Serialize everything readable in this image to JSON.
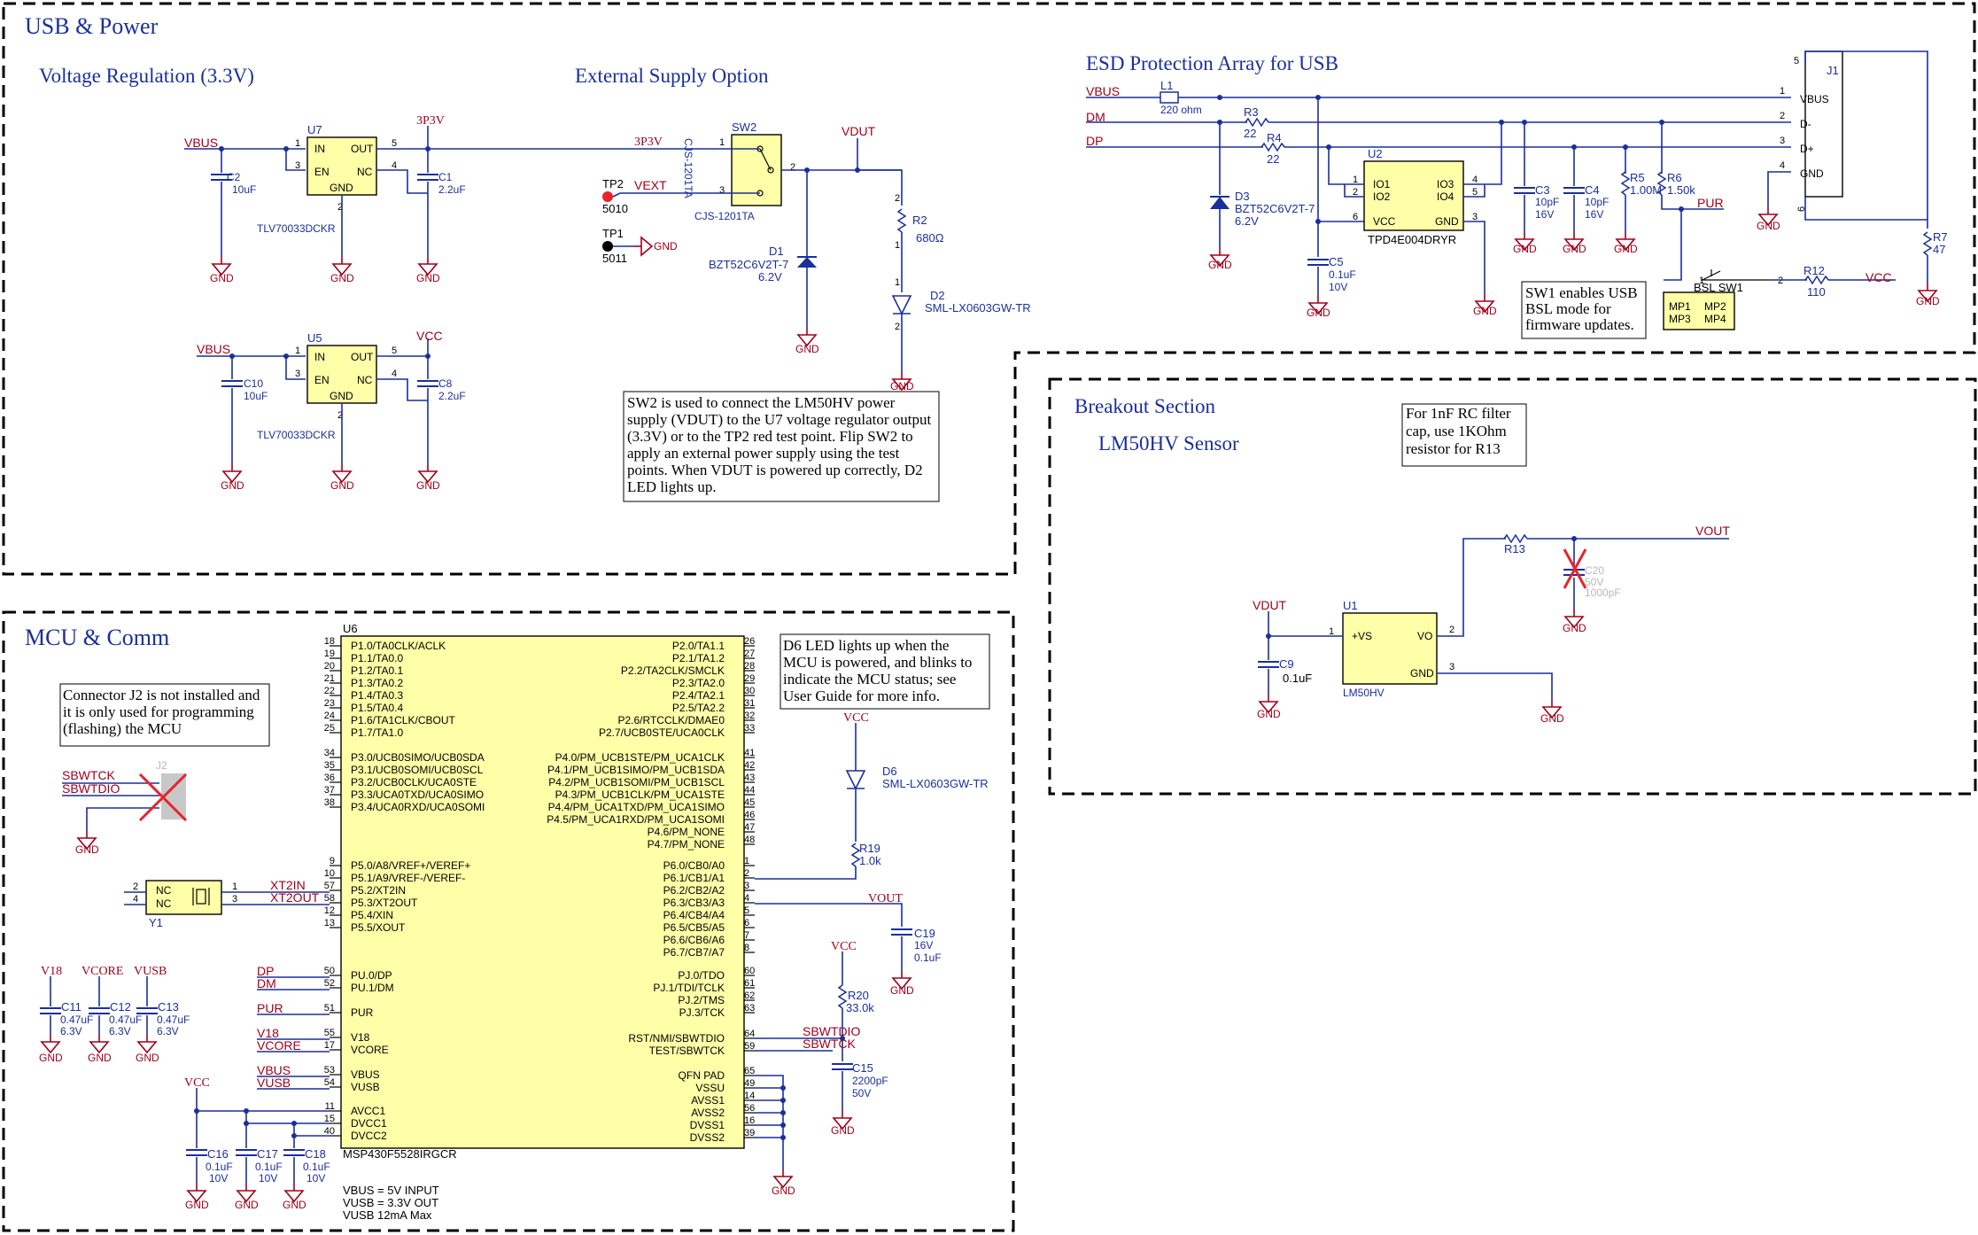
{
  "colors": {
    "wire": "#1a2f9c",
    "net_label": "#a0001a",
    "component_fill": "#ffffa8",
    "not_populated_cross": "#e8232a"
  },
  "sections": {
    "usb_power": "USB & Power",
    "voltage_regulation": "Voltage Regulation (3.3V)",
    "external_supply": "External Supply Option",
    "esd_protection": "ESD Protection Array for USB",
    "breakout": "Breakout Section",
    "lm50hv_sensor": "LM50HV Sensor",
    "mcu_comm": "MCU & Comm"
  },
  "notes": {
    "sw2": [
      "SW2 is used to connect the LM50HV power",
      "supply (VDUT) to the U7 voltage regulator output",
      "(3.3V) or to the TP2 red test point. Flip SW2 to",
      "apply an external power supply using the test",
      "points. When VDUT is powered up correctly, D2",
      "LED lights up."
    ],
    "sw1": [
      "SW1 enables USB",
      "BSL mode for",
      "firmware updates."
    ],
    "rc_filter": [
      "For 1nF RC filter",
      "cap, use 1KOhm",
      "resistor for R13"
    ],
    "d6": [
      "D6 LED lights up when the",
      "MCU is powered, and blinks to",
      "indicate the MCU status; see",
      "User Guide for more info."
    ],
    "j2": [
      "Connector J2 is not installed and",
      "it is only used for programming",
      "(flashing) the MCU"
    ],
    "power": [
      "VBUS = 5V INPUT",
      "VUSB = 3.3V OUT",
      "VUSB 12mA Max"
    ]
  },
  "nets": {
    "vbus": "VBUS",
    "vcc": "VCC",
    "n3p3v": "3P3V",
    "vdut": "VDUT",
    "vext": "VEXT",
    "gnd": "GND",
    "dm": "DM",
    "dp": "DP",
    "pur": "PUR",
    "vout": "VOUT",
    "v18": "V18",
    "vcore": "VCORE",
    "vusb": "VUSB",
    "sbwtck": "SBWTCK",
    "sbwtdio": "SBWTDIO",
    "xt2in": "XT2IN",
    "xt2out": "XT2OUT"
  },
  "regulator": {
    "u7": {
      "ref": "U7",
      "part": "TLV70033DCKR",
      "pins": {
        "in": "IN",
        "en": "EN",
        "out": "OUT",
        "nc": "NC",
        "gnd": "GND"
      },
      "nums": {
        "p1": "1",
        "p3": "3",
        "p5": "5",
        "p4": "4",
        "p2": "2"
      }
    },
    "u5": {
      "ref": "U5",
      "part": "TLV70033DCKR",
      "pins": {
        "in": "IN",
        "en": "EN",
        "out": "OUT",
        "nc": "NC",
        "gnd": "GND"
      },
      "nums": {
        "p1": "1",
        "p3": "3",
        "p5": "5",
        "p4": "4",
        "p2": "2"
      }
    },
    "c2": {
      "ref": "C2",
      "value": "10uF"
    },
    "c1": {
      "ref": "C1",
      "value": "2.2uF"
    },
    "c10": {
      "ref": "C10",
      "value": "10uF"
    },
    "c8": {
      "ref": "C8",
      "value": "2.2uF"
    }
  },
  "ext_supply": {
    "sw2": {
      "ref": "SW2",
      "part": "CJS-1201TA",
      "vertical": "CJS-1201TA",
      "p1": "1",
      "p2": "2",
      "p3": "3"
    },
    "tp2": {
      "ref": "TP2",
      "value": "5010"
    },
    "tp1": {
      "ref": "TP1",
      "value": "5011"
    },
    "d1": {
      "ref": "D1",
      "part": "BZT52C6V2T-7",
      "value": "6.2V"
    },
    "r2": {
      "ref": "R2",
      "value": "680Ω",
      "p1": "1",
      "p2": "2"
    },
    "d2": {
      "ref": "D2",
      "part": "SML-LX0603GW-TR",
      "p1": "1",
      "p2": "2"
    }
  },
  "esd": {
    "l1": {
      "ref": "L1",
      "value": "220 ohm"
    },
    "r3": {
      "ref": "R3",
      "value": "22"
    },
    "r4": {
      "ref": "R4",
      "value": "22"
    },
    "d3": {
      "ref": "D3",
      "part": "BZT52C6V2T-7",
      "value": "6.2V"
    },
    "u2": {
      "ref": "U2",
      "part": "TPD4E004DRYR",
      "pins": {
        "io1": "IO1",
        "io2": "IO2",
        "io3": "IO3",
        "io4": "IO4",
        "vcc": "VCC",
        "gnd": "GND"
      },
      "nums": {
        "p1": "1",
        "p2": "2",
        "p3": "3",
        "p4": "4",
        "p5": "5",
        "p6": "6"
      }
    },
    "c5": {
      "ref": "C5",
      "value": "0.1uF",
      "voltage": "10V"
    },
    "c3": {
      "ref": "C3",
      "value": "10pF",
      "voltage": "16V"
    },
    "c4": {
      "ref": "C4",
      "value": "10pF",
      "voltage": "16V"
    },
    "r5": {
      "ref": "R5",
      "value": "1.00M"
    },
    "r6": {
      "ref": "R6",
      "value": "1.50k"
    },
    "j1": {
      "ref": "J1",
      "pins": [
        "VBUS",
        "D-",
        "D+",
        "GND"
      ],
      "nums": [
        "1",
        "2",
        "3",
        "4"
      ],
      "shield": [
        "5",
        "6"
      ]
    },
    "r7": {
      "ref": "R7",
      "value": "47"
    },
    "sw1": {
      "ref": "BSL SW1",
      "pads": [
        "MP1",
        "MP2",
        "MP3",
        "MP4"
      ],
      "p1": "1",
      "p2": "2"
    },
    "r12": {
      "ref": "R12",
      "value": "110"
    }
  },
  "sensor": {
    "u1": {
      "ref": "U1",
      "part": "LM50HV",
      "pins": {
        "vs": "+VS",
        "vo": "VO",
        "gnd": "GND"
      },
      "nums": {
        "p1": "1",
        "p2": "2",
        "p3": "3"
      }
    },
    "c9": {
      "ref": "C9",
      "value": "0.1uF"
    },
    "r13": {
      "ref": "R13"
    },
    "c20": {
      "ref": "C20",
      "voltage": "50V",
      "value": "1000pF"
    }
  },
  "mcu": {
    "u6": {
      "ref": "U6",
      "part": "MSP430F5528IRGCR"
    },
    "left_pins": [
      [
        "18",
        "P1.0/TA0CLK/ACLK"
      ],
      [
        "19",
        "P1.1/TA0.0"
      ],
      [
        "20",
        "P1.2/TA0.1"
      ],
      [
        "21",
        "P1.3/TA0.2"
      ],
      [
        "22",
        "P1.4/TA0.3"
      ],
      [
        "23",
        "P1.5/TA0.4"
      ],
      [
        "24",
        "P1.6/TA1CLK/CBOUT"
      ],
      [
        "25",
        "P1.7/TA1.0"
      ],
      [
        "34",
        "P3.0/UCB0SIMO/UCB0SDA"
      ],
      [
        "35",
        "P3.1/UCB0SOMI/UCB0SCL"
      ],
      [
        "36",
        "P3.2/UCB0CLK/UCA0STE"
      ],
      [
        "37",
        "P3.3/UCA0TXD/UCA0SIMO"
      ],
      [
        "38",
        "P3.4/UCA0RXD/UCA0SOMI"
      ],
      [
        "9",
        "P5.0/A8/VREF+/VEREF+"
      ],
      [
        "10",
        "P5.1/A9/VREF-/VEREF-"
      ],
      [
        "57",
        "P5.2/XT2IN"
      ],
      [
        "58",
        "P5.3/XT2OUT"
      ],
      [
        "12",
        "P5.4/XIN"
      ],
      [
        "13",
        "P5.5/XOUT"
      ],
      [
        "50",
        "PU.0/DP"
      ],
      [
        "52",
        "PU.1/DM"
      ],
      [
        "51",
        "PUR"
      ],
      [
        "55",
        "V18"
      ],
      [
        "17",
        "VCORE"
      ],
      [
        "53",
        "VBUS"
      ],
      [
        "54",
        "VUSB"
      ],
      [
        "11",
        "AVCC1"
      ],
      [
        "15",
        "DVCC1"
      ],
      [
        "40",
        "DVCC2"
      ]
    ],
    "right_pins": [
      [
        "26",
        "P2.0/TA1.1"
      ],
      [
        "27",
        "P2.1/TA1.2"
      ],
      [
        "28",
        "P2.2/TA2CLK/SMCLK"
      ],
      [
        "29",
        "P2.3/TA2.0"
      ],
      [
        "30",
        "P2.4/TA2.1"
      ],
      [
        "31",
        "P2.5/TA2.2"
      ],
      [
        "32",
        "P2.6/RTCCLK/DMAE0"
      ],
      [
        "33",
        "P2.7/UCB0STE/UCA0CLK"
      ],
      [
        "41",
        "P4.0/PM_UCB1STE/PM_UCA1CLK"
      ],
      [
        "42",
        "P4.1/PM_UCB1SIMO/PM_UCB1SDA"
      ],
      [
        "43",
        "P4.2/PM_UCB1SOMI/PM_UCB1SCL"
      ],
      [
        "44",
        "P4.3/PM_UCB1CLK/PM_UCA1STE"
      ],
      [
        "45",
        "P4.4/PM_UCA1TXD/PM_UCA1SIMO"
      ],
      [
        "46",
        "P4.5/PM_UCA1RXD/PM_UCA1SOMI"
      ],
      [
        "47",
        "P4.6/PM_NONE"
      ],
      [
        "48",
        "P4.7/PM_NONE"
      ],
      [
        "1",
        "P6.0/CB0/A0"
      ],
      [
        "2",
        "P6.1/CB1/A1"
      ],
      [
        "3",
        "P6.2/CB2/A2"
      ],
      [
        "4",
        "P6.3/CB3/A3"
      ],
      [
        "5",
        "P6.4/CB4/A4"
      ],
      [
        "6",
        "P6.5/CB5/A5"
      ],
      [
        "7",
        "P6.6/CB6/A6"
      ],
      [
        "8",
        "P6.7/CB7/A7"
      ],
      [
        "60",
        "PJ.0/TDO"
      ],
      [
        "61",
        "PJ.1/TDI/TCLK"
      ],
      [
        "62",
        "PJ.2/TMS"
      ],
      [
        "63",
        "PJ.3/TCK"
      ],
      [
        "64",
        "RST/NMI/SBWTDIO"
      ],
      [
        "59",
        "TEST/SBWTCK"
      ],
      [
        "65",
        "QFN PAD"
      ],
      [
        "49",
        "VSSU"
      ],
      [
        "14",
        "AVSS1"
      ],
      [
        "56",
        "AVSS2"
      ],
      [
        "16",
        "DVSS1"
      ],
      [
        "39",
        "DVSS2"
      ]
    ],
    "y1": {
      "ref": "Y1",
      "p2": "2",
      "p4": "4",
      "p1": "1",
      "p3": "3",
      "nc1": "NC",
      "nc2": "NC"
    },
    "j2": {
      "ref": "J2"
    },
    "d6": {
      "ref": "D6",
      "part": "SML-LX0603GW-TR"
    },
    "r19": {
      "ref": "R19",
      "value": "1.0k"
    },
    "c19": {
      "ref": "C19",
      "voltage": "16V",
      "value": "0.1uF"
    },
    "r20": {
      "ref": "R20",
      "value": "33.0k"
    },
    "c15": {
      "ref": "C15",
      "value": "2200pF",
      "voltage": "50V"
    },
    "c11": {
      "ref": "C11",
      "value": "0.47uF",
      "voltage": "6.3V"
    },
    "c12": {
      "ref": "C12",
      "value": "0.47uF",
      "voltage": "6.3V"
    },
    "c13": {
      "ref": "C13",
      "value": "0.47uF",
      "voltage": "6.3V"
    },
    "c16": {
      "ref": "C16",
      "value": "0.1uF",
      "voltage": "10V"
    },
    "c17": {
      "ref": "C17",
      "value": "0.1uF",
      "voltage": "10V"
    },
    "c18": {
      "ref": "C18",
      "value": "0.1uF",
      "voltage": "10V"
    }
  }
}
